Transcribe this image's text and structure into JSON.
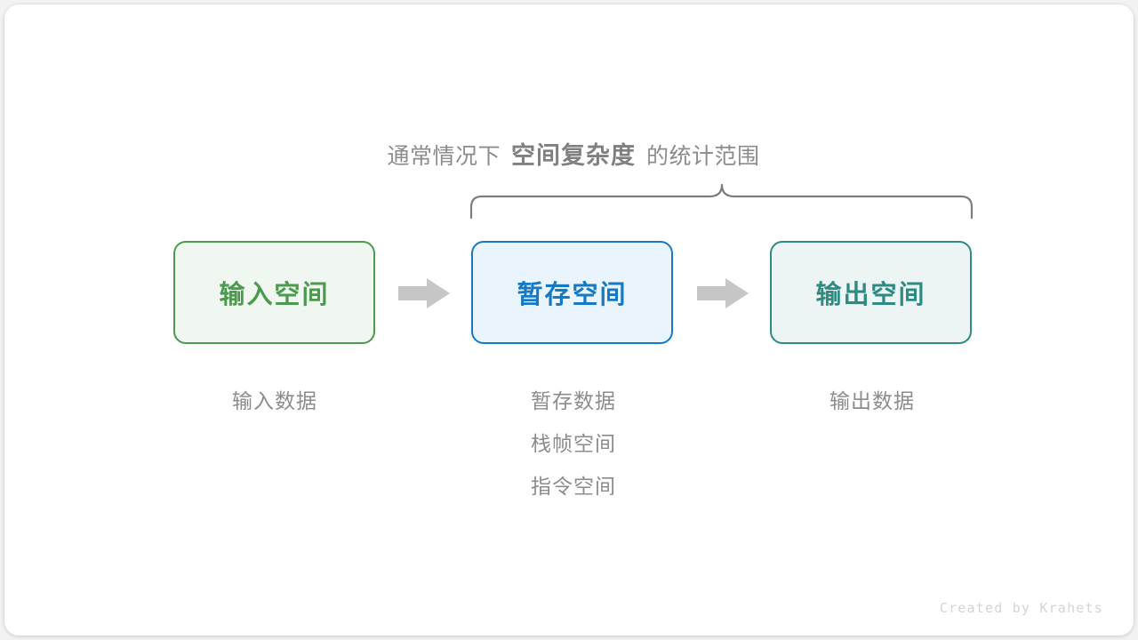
{
  "diagram": {
    "caption": {
      "prefix": "通常情况下",
      "emphasis": "空间复杂度",
      "suffix": "的统计范围"
    },
    "brace": {
      "name": "curly-brace-spanning-temp-and-output"
    },
    "boxes": [
      {
        "key": "input",
        "label": "输入空间",
        "border_color": "#4d9950",
        "fill_color": "#f0f7f0",
        "text_color": "#4d9950",
        "sublabels": [
          "输入数据"
        ]
      },
      {
        "key": "temp",
        "label": "暂存空间",
        "border_color": "#1779c4",
        "fill_color": "#eaf4fc",
        "text_color": "#1779c4",
        "sublabels": [
          "暂存数据",
          "栈帧空间",
          "指令空间"
        ]
      },
      {
        "key": "output",
        "label": "输出空间",
        "border_color": "#2e8b82",
        "fill_color": "#edf5f4",
        "text_color": "#2e8b82",
        "sublabels": [
          "输出数据"
        ]
      }
    ],
    "arrows": [
      {
        "key": "input-to-temp",
        "color": "#c6c6c6"
      },
      {
        "key": "temp-to-output",
        "color": "#c6c6c6"
      }
    ],
    "watermark": "Created by Krahets",
    "colors": {
      "background": "#f2f2f2",
      "card": "#ffffff",
      "muted_text": "#8c8c8c",
      "brace_stroke": "#7d7d7d",
      "watermark": "#d4d4d4"
    }
  }
}
